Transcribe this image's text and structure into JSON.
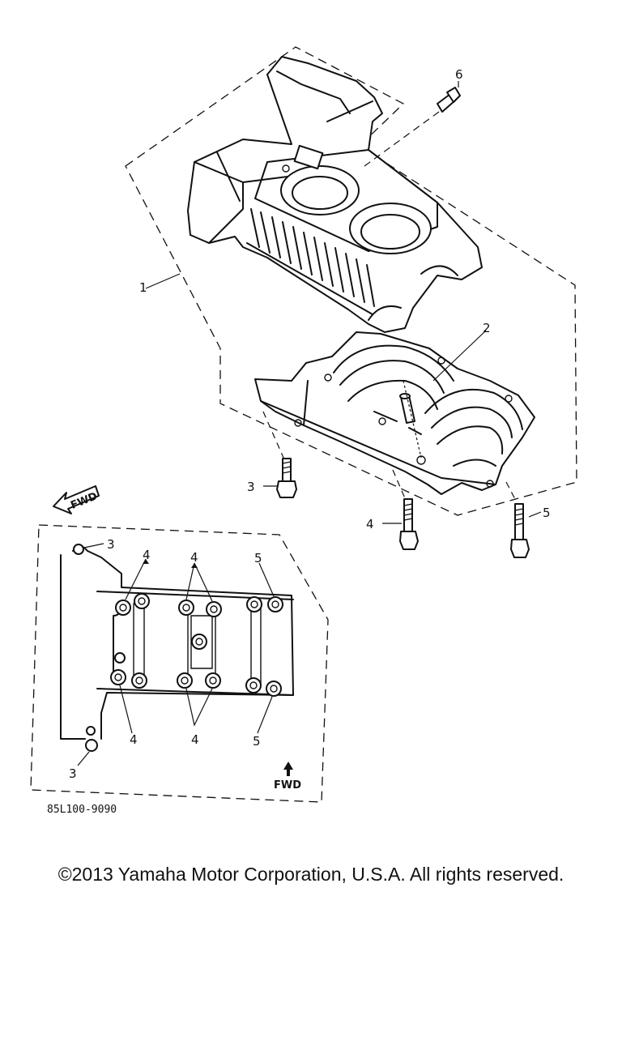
{
  "parts": [
    {
      "id": "1",
      "label": "1"
    },
    {
      "id": "2",
      "label": "2"
    },
    {
      "id": "3",
      "label": "3"
    },
    {
      "id": "4",
      "label": "4"
    },
    {
      "id": "5",
      "label": "5"
    },
    {
      "id": "6",
      "label": "6"
    }
  ],
  "plan_view": {
    "callouts": {
      "top_left_3": "3",
      "top_4a": "4",
      "top_4b": "4",
      "top_5": "5",
      "bottom_4a": "4",
      "bottom_4b": "4",
      "bottom_5": "5",
      "bottom_3": "3"
    },
    "fwd_label": "FWD"
  },
  "arrow_fwd_label": "FWD",
  "drawing_code": "85L100-9090",
  "copyright": "©2013 Yamaha Motor Corporation, U.S.A. All rights reserved."
}
